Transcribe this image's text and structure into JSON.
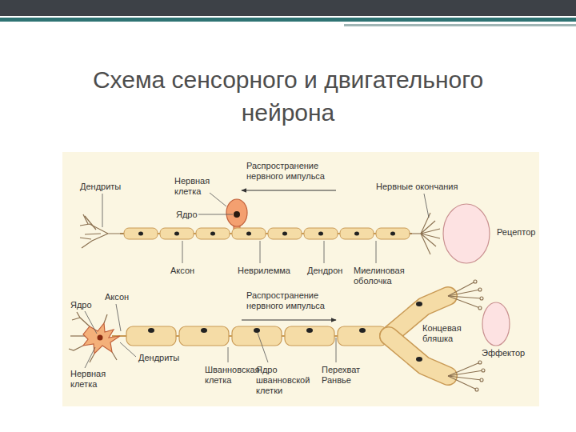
{
  "diagram": {
    "title": "Схема сенсорного и двигательного нейрона",
    "nodes": [
      {
        "text": [
          "Рецептор"
        ]
      },
      {
        "text": [
          "Эффектор"
        ]
      }
    ],
    "labels": [
      "Дендриты",
      "Нервная клетка",
      "Ядро",
      "Распространение нервного импульса",
      "Нервные окончания",
      "Аксон",
      "Неврилемма",
      "Дендрон",
      "Миелиновая оболочка",
      "Ядро",
      "Аксон",
      "Распространение нервного импульса",
      "Концевая бляшка",
      "Дендриты",
      "Нервная клетка",
      "Шванновская клетка",
      "Ядро шванновской клетки",
      "Перехват Ранвье"
    ]
  }
}
